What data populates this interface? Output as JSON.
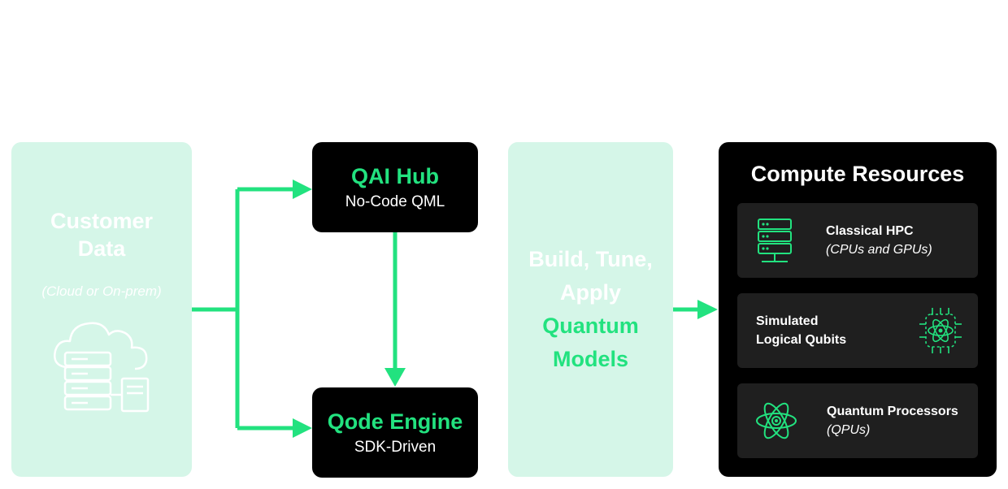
{
  "customer_data": {
    "title_line1": "Customer",
    "title_line2": "Data",
    "subtitle": "(Cloud or On-prem)",
    "icon": "cloud-server-icon"
  },
  "qai_hub": {
    "title": "QAI Hub",
    "subtitle": "No-Code QML"
  },
  "qode_engine": {
    "title": "Qode Engine",
    "subtitle": "SDK-Driven"
  },
  "build_panel": {
    "line1": "Build, Tune,",
    "line2": "Apply",
    "line3": "Quantum",
    "line4": "Models"
  },
  "compute_resources": {
    "heading": "Compute Resources",
    "items": [
      {
        "title": "Classical HPC",
        "subtitle": "(CPUs and GPUs)",
        "icon": "server-rack-icon"
      },
      {
        "title_line1": "Simulated",
        "title_line2": "Logical Qubits",
        "icon": "atom-chip-icon"
      },
      {
        "title": "Quantum Processors",
        "subtitle": "(QPUs)",
        "icon": "atom-icon"
      }
    ]
  },
  "colors": {
    "accent_green": "#22e27f",
    "mint_panel": "#d5f6e8",
    "dark_panel": "#000000",
    "resource_card": "#1f1f1f"
  }
}
